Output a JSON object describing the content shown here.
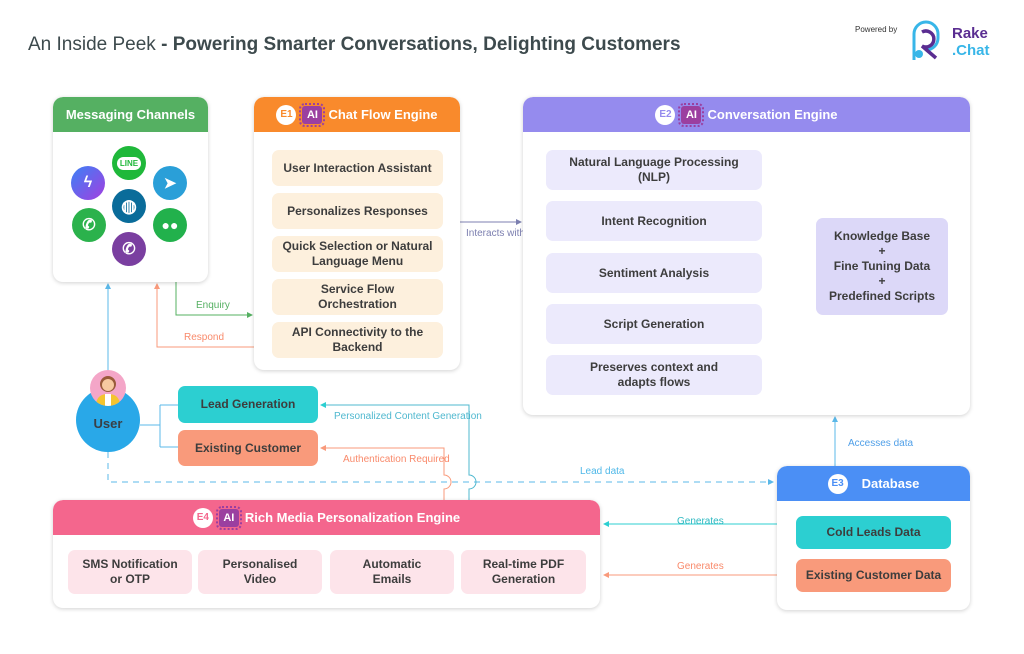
{
  "header": {
    "title_light": "An Inside Peek",
    "title_bold": "- Powering Smarter Conversations, Delighting Customers",
    "powered_by": "Powered by",
    "logo_line1": "Rake",
    "logo_line2": ".Chat"
  },
  "messaging": {
    "title": "Messaging Channels",
    "icons": [
      "messenger-icon",
      "line-icon",
      "telegram-icon",
      "globe-icon",
      "whatsapp-icon",
      "wechat-icon",
      "viber-icon"
    ],
    "line_text": "LINE"
  },
  "chatflow": {
    "badge": "E1",
    "ai": "AI",
    "title": "Chat Flow Engine",
    "items": [
      "User Interaction Assistant",
      "Personalizes Responses",
      "Quick Selection or Natural Language Menu",
      "Service Flow Orchestration",
      "API Connectivity to the Backend"
    ]
  },
  "conversation": {
    "badge": "E2",
    "ai": "AI",
    "title": "Conversation Engine",
    "items": [
      "Natural Language Processing (NLP)",
      "Intent Recognition",
      "Sentiment Analysis",
      "Script Generation",
      "Preserves context and adapts flows"
    ],
    "kb_line1": "Knowledge Base",
    "plus": "+",
    "kb_line2": "Fine Tuning Data",
    "kb_line3": "Predefined Scripts"
  },
  "user": {
    "label": "User",
    "lead": "Lead Generation",
    "existing": "Existing Customer"
  },
  "rich": {
    "badge": "E4",
    "ai": "AI",
    "title": "Rich Media Personalization Engine",
    "items": [
      "SMS Notification or OTP",
      "Personalised Video",
      "Automatic Emails",
      "Real-time PDF Generation"
    ]
  },
  "database": {
    "badge": "E3",
    "title": "Database",
    "items": [
      "Cold Leads Data",
      "Existing Customer Data"
    ]
  },
  "labels": {
    "interacts": "Interacts with",
    "enquiry": "Enquiry",
    "respond": "Respond",
    "personalized": "Personalized Content Generation",
    "auth": "Authentication Required",
    "lead_data": "Lead data",
    "accesses": "Accesses data",
    "generates": "Generates"
  },
  "colors": {
    "green": "#55b062",
    "orange": "#f98a2c",
    "purple": "#958bee",
    "pink": "#f4668d",
    "blue": "#4b8ff5",
    "teal": "#2ccfd1",
    "salmon": "#f99a7b",
    "user": "#29a8e8"
  }
}
